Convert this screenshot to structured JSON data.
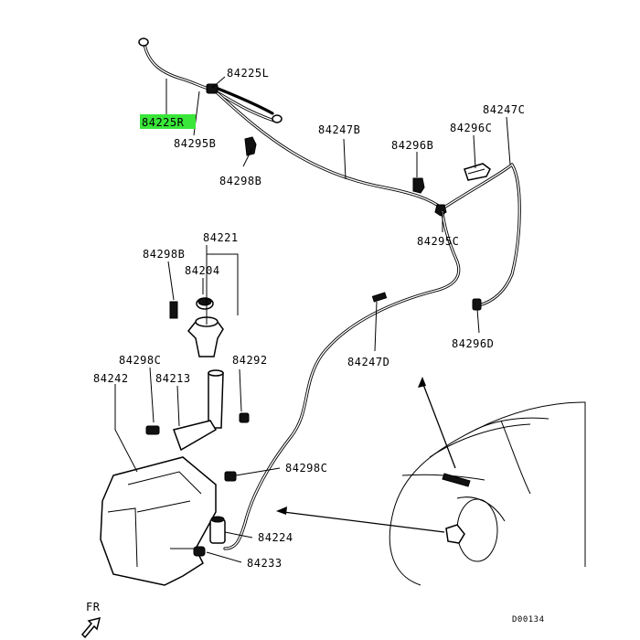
{
  "parts": {
    "p84225L": "84225L",
    "p84225R": "84225R",
    "p84295B": "84295B",
    "p84298B_top": "84298B",
    "p84247B": "84247B",
    "p84296B": "84296B",
    "p84296C": "84296C",
    "p84247C": "84247C",
    "p84295C": "84295C",
    "p84221": "84221",
    "p84298B_mid": "84298B",
    "p84204": "84204",
    "p84296D": "84296D",
    "p84247D": "84247D",
    "p84298C_left": "84298C",
    "p84292": "84292",
    "p84242": "84242",
    "p84213": "84213",
    "p84298C_right": "84298C",
    "p84224": "84224",
    "p84233": "84233"
  },
  "highlighted_part": "84225R",
  "highlight_color": "#39e639",
  "direction_label": "FR",
  "diagram_code": "D00134",
  "icons": [
    "front-direction-arrow-icon"
  ]
}
